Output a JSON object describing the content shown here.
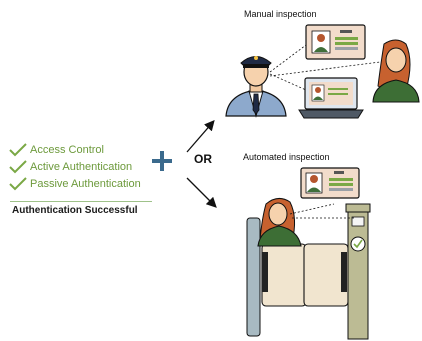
{
  "checklist": {
    "items": [
      "Access Control",
      "Active Authentication",
      "Passive Authentication"
    ],
    "accent_color": "#6d9a3c"
  },
  "result_label": "Authentication Successful",
  "connector_label": "OR",
  "branches": {
    "manual": {
      "title": "Manual inspection"
    },
    "automated": {
      "title": "Automated inspection"
    }
  },
  "icons": [
    "check-icon",
    "plus-icon",
    "arrow-icon",
    "police-officer-icon",
    "traveler-icon",
    "id-card-icon",
    "laptop-icon",
    "gate-icon",
    "approved-check-icon"
  ]
}
